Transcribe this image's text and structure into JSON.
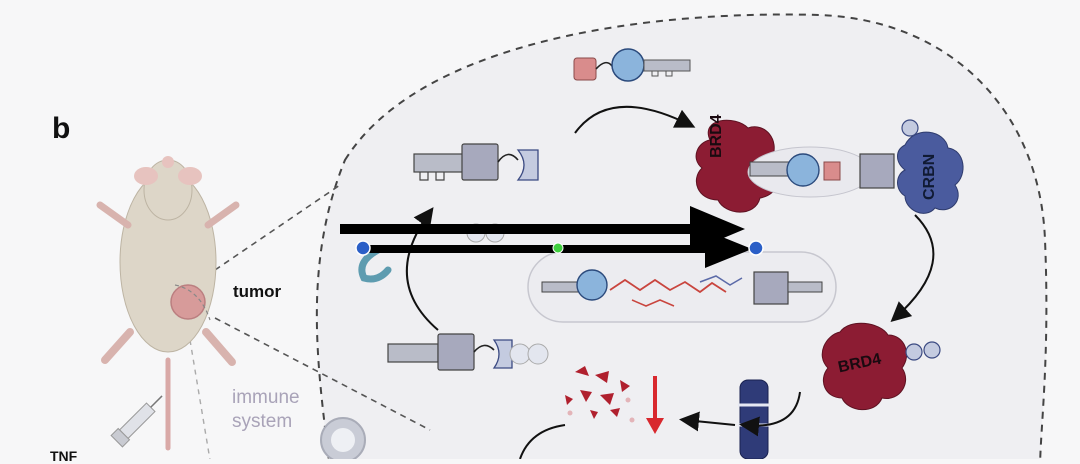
{
  "panel": {
    "letter": "b"
  },
  "labels": {
    "tumor": "tumor",
    "immune_system": "immune\nsystem",
    "tnf": "TNF",
    "brd4_top": "BRD4",
    "brd4_bottom": "BRD4",
    "crbn": "CRBN"
  },
  "colors": {
    "brd4": "#8c1c33",
    "crbn": "#4a5b9e",
    "key": "#b9bcc8",
    "lock": "#a7a9bd",
    "ball": "#8bb4dc",
    "red_degrader": "#c9453e",
    "arrow": "#000000",
    "point": "#2b5fc7",
    "midpoint": "#3fcf3f"
  }
}
